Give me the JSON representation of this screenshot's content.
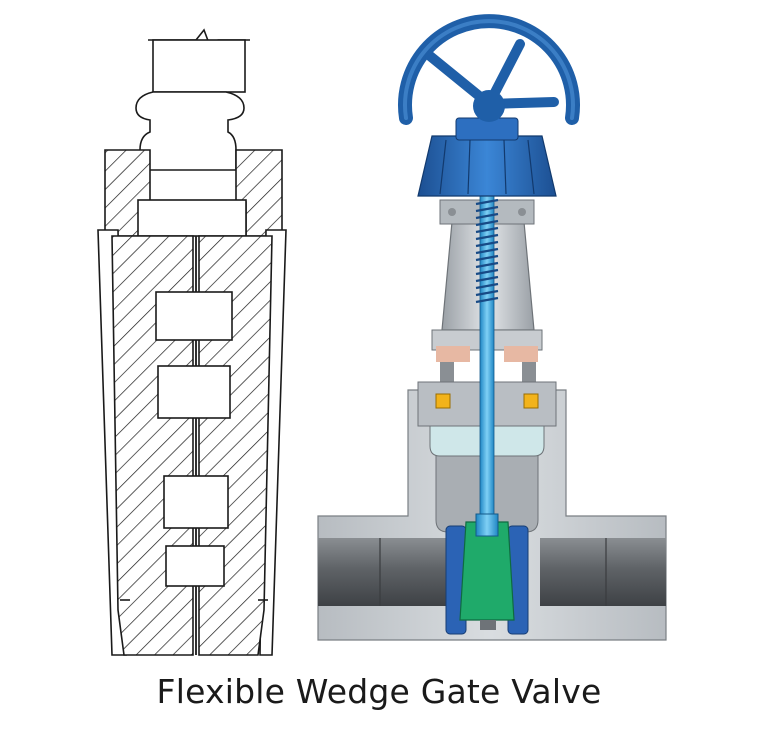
{
  "caption": "Flexible Wedge Gate Valve",
  "figures": {
    "left": {
      "icon": "wedge-cross-section-line-drawing"
    },
    "right": {
      "icon": "gate-valve-cutaway-illustration"
    }
  },
  "colors": {
    "handwheel": "#1f5fa8",
    "bonnet": "#2c6fc0",
    "stem": "#3aa9e0",
    "wedge": "#1faa6a",
    "body": "#c9cdd1",
    "pipe": "#5f6367",
    "gasket": "#f2b31b"
  }
}
